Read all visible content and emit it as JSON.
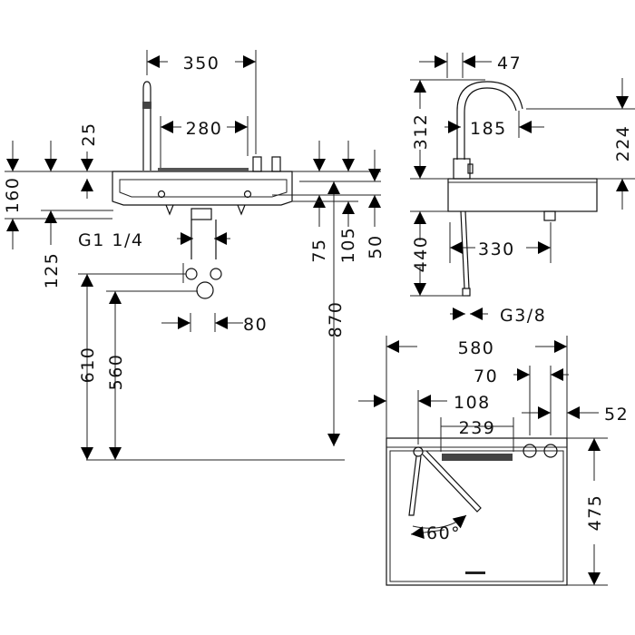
{
  "dimensions": {
    "front_width": "350",
    "front_spacing": "280",
    "front_top_height": "25",
    "front_left_height": "160",
    "front_left_lower": "125",
    "thread_front": "G1 1/4",
    "front_right_a": "75",
    "front_right_b": "105",
    "front_right_c": "50",
    "connection_spacing": "80",
    "height_610": "610",
    "height_560": "560",
    "height_870": "870",
    "side_spout_offset": "47",
    "side_spout_height": "312",
    "side_spout_reach": "185",
    "side_right_height": "224",
    "side_lower_height": "440",
    "side_depth": "330",
    "thread_side": "G3/8",
    "plan_width": "580",
    "plan_70": "70",
    "plan_108": "108",
    "plan_52": "52",
    "plan_239": "239",
    "plan_depth": "475",
    "swivel_angle": "60°"
  }
}
